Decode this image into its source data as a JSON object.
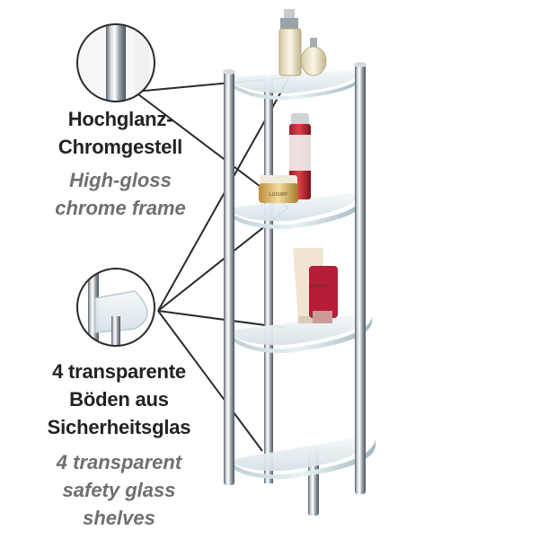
{
  "callouts": {
    "chrome": {
      "de_line1": "Hochglanz-",
      "de_line2": "Chromgestell",
      "en_line1": "High-gloss",
      "en_line2": "chrome frame"
    },
    "glass": {
      "de_line1": "4 transparente",
      "de_line2": "Böden aus",
      "de_line3": "Sicherheitsglas",
      "en_line1": "4 transparent",
      "en_line2": "safety glass",
      "en_line3": "shelves"
    }
  },
  "colors": {
    "text_primary": "#222222",
    "text_secondary": "#6f6f6f",
    "chrome_dark": "#6c737a",
    "chrome_light": "#f4f6f8",
    "glass": "#e4edf0"
  },
  "product_items": {
    "cream_jar_text": "LUXURY",
    "tube_text": "MAQUILL"
  }
}
